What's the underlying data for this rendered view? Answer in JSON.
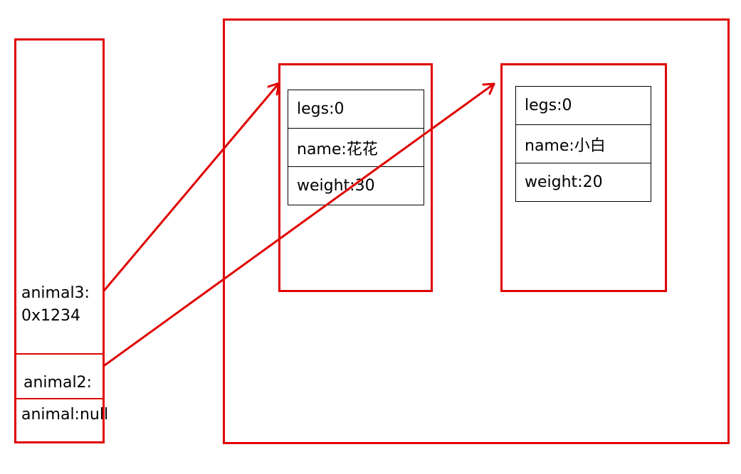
{
  "stack": {
    "animal3_label": "animal3:",
    "animal3_value": "0x1234",
    "animal2_label": "animal2:",
    "animal_label": "animal:null"
  },
  "objects": [
    {
      "fields": [
        {
          "text": "legs:0"
        },
        {
          "text": "name:花花"
        },
        {
          "text": "weight:30"
        }
      ]
    },
    {
      "fields": [
        {
          "text": "legs:0"
        },
        {
          "text": "name:小白"
        },
        {
          "text": "weight:20"
        }
      ]
    }
  ],
  "colors": {
    "frame": "#e00000",
    "field_border": "#000000"
  }
}
